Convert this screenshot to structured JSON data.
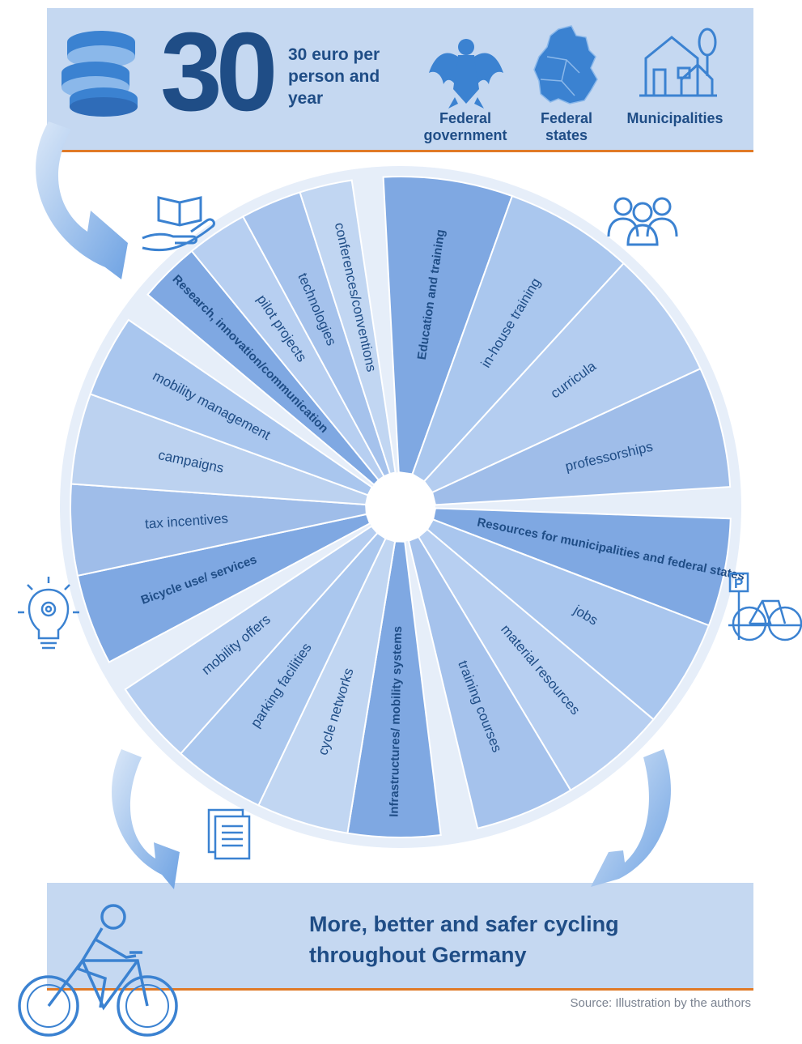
{
  "funding": {
    "amount": "30",
    "description": "30 euro per person and year",
    "levels": [
      "Federal government",
      "Federal states",
      "Municipalities"
    ]
  },
  "wheel": {
    "sectors": [
      {
        "title": "Resources for municipalities and federal states",
        "items": [
          "jobs",
          "material resources",
          "training courses"
        ]
      },
      {
        "title": "Infrastructures/ mobility systems",
        "items": [
          "cycle networks",
          "parking facilities",
          "mobility offers"
        ]
      },
      {
        "title": "Bicycle use/ services",
        "items": [
          "tax incentives",
          "campaigns",
          "mobility management"
        ]
      },
      {
        "title": "Research, innovation/communication",
        "items": [
          "pilot projects",
          "technologies",
          "conferences/conventions"
        ]
      },
      {
        "title": "Education and training",
        "items": [
          "in-house training",
          "curricula",
          "professorships"
        ]
      }
    ]
  },
  "goal": "More, better and safer cycling throughout Germany",
  "source": "Source: Illustration by the authors",
  "icons": [
    "coins-icon",
    "federal-eagle-icon",
    "germany-map-icon",
    "municipality-buildings-icon",
    "hand-book-icon",
    "people-group-icon",
    "lightbulb-gear-icon",
    "parking-bike-icon",
    "documents-icon",
    "cyclist-icon"
  ],
  "colors": {
    "banner": "#c5d8f1",
    "accent_line": "#e07a27",
    "text": "#1f4d86",
    "icon": "#3b82d1"
  }
}
